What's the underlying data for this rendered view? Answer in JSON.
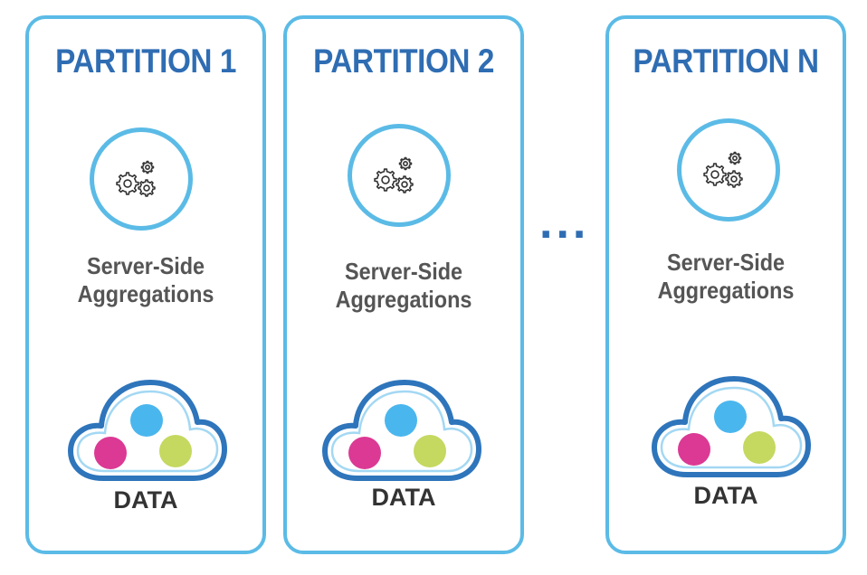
{
  "partitions": [
    {
      "title": "PARTITION 1",
      "aggregation_label": [
        "Server-Side",
        "Aggregations"
      ],
      "data_label": "DATA",
      "icon": "gears-icon"
    },
    {
      "title": "PARTITION 2",
      "aggregation_label": [
        "Server-Side",
        "Aggregations"
      ],
      "data_label": "DATA",
      "icon": "gears-icon"
    },
    {
      "title": "PARTITION N",
      "aggregation_label": [
        "Server-Side",
        "Aggregations"
      ],
      "data_label": "DATA",
      "icon": "gears-icon"
    }
  ],
  "ellipsis": "...",
  "colors": {
    "border": "#5bbbe6",
    "title": "#2f6db3",
    "cloud_outline": "#2e75bb",
    "dot_blue": "#4ab6ee",
    "dot_magenta": "#db3994",
    "dot_green": "#c5d860"
  }
}
